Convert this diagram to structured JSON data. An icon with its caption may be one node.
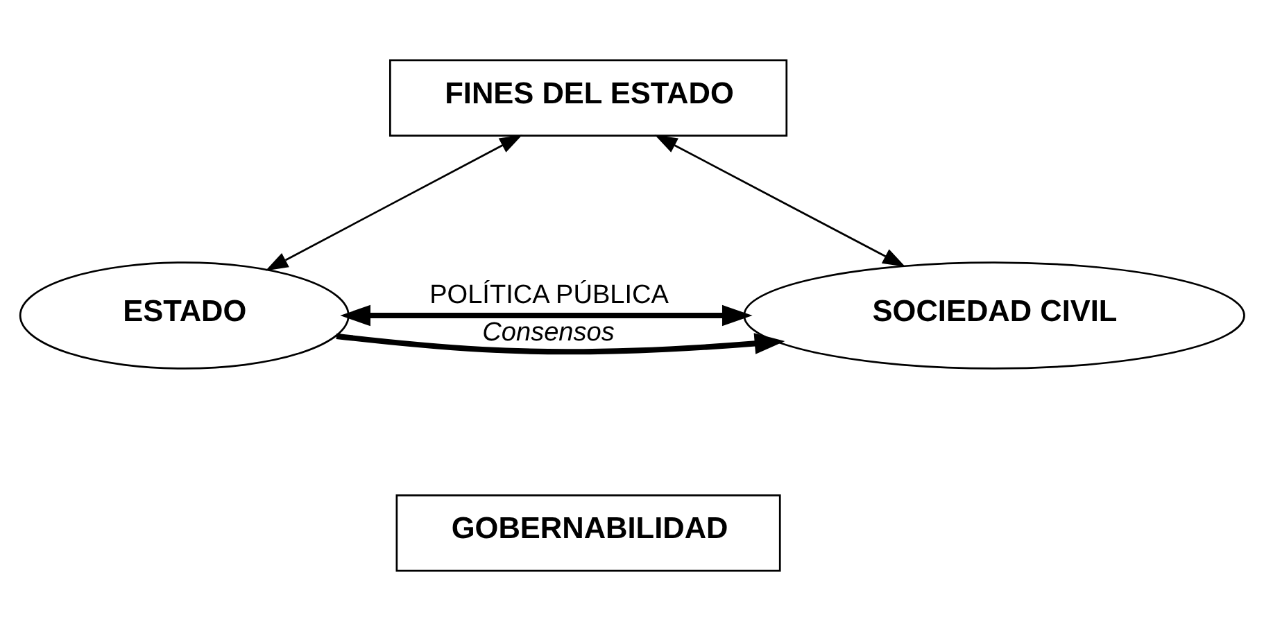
{
  "diagram": {
    "nodes": [
      {
        "text": [
          "FINES DEL ESTADO"
        ]
      },
      {
        "text": [
          "ESTADO"
        ]
      },
      {
        "text": [
          "SOCIEDAD CIVIL"
        ]
      },
      {
        "text": [
          "GOBERNABILIDAD"
        ]
      }
    ],
    "edges": [
      {
        "from": 0,
        "to": 1,
        "arrow": "both"
      },
      {
        "from": 0,
        "to": 2,
        "arrow": "both"
      },
      {
        "from": 1,
        "to": 2,
        "arrow": "both",
        "label": "POLÍTICA PÚBLICA",
        "style": "thick"
      },
      {
        "from": 1,
        "to": 2,
        "arrow": "to",
        "label": "Consensos",
        "style": "thick"
      }
    ]
  }
}
